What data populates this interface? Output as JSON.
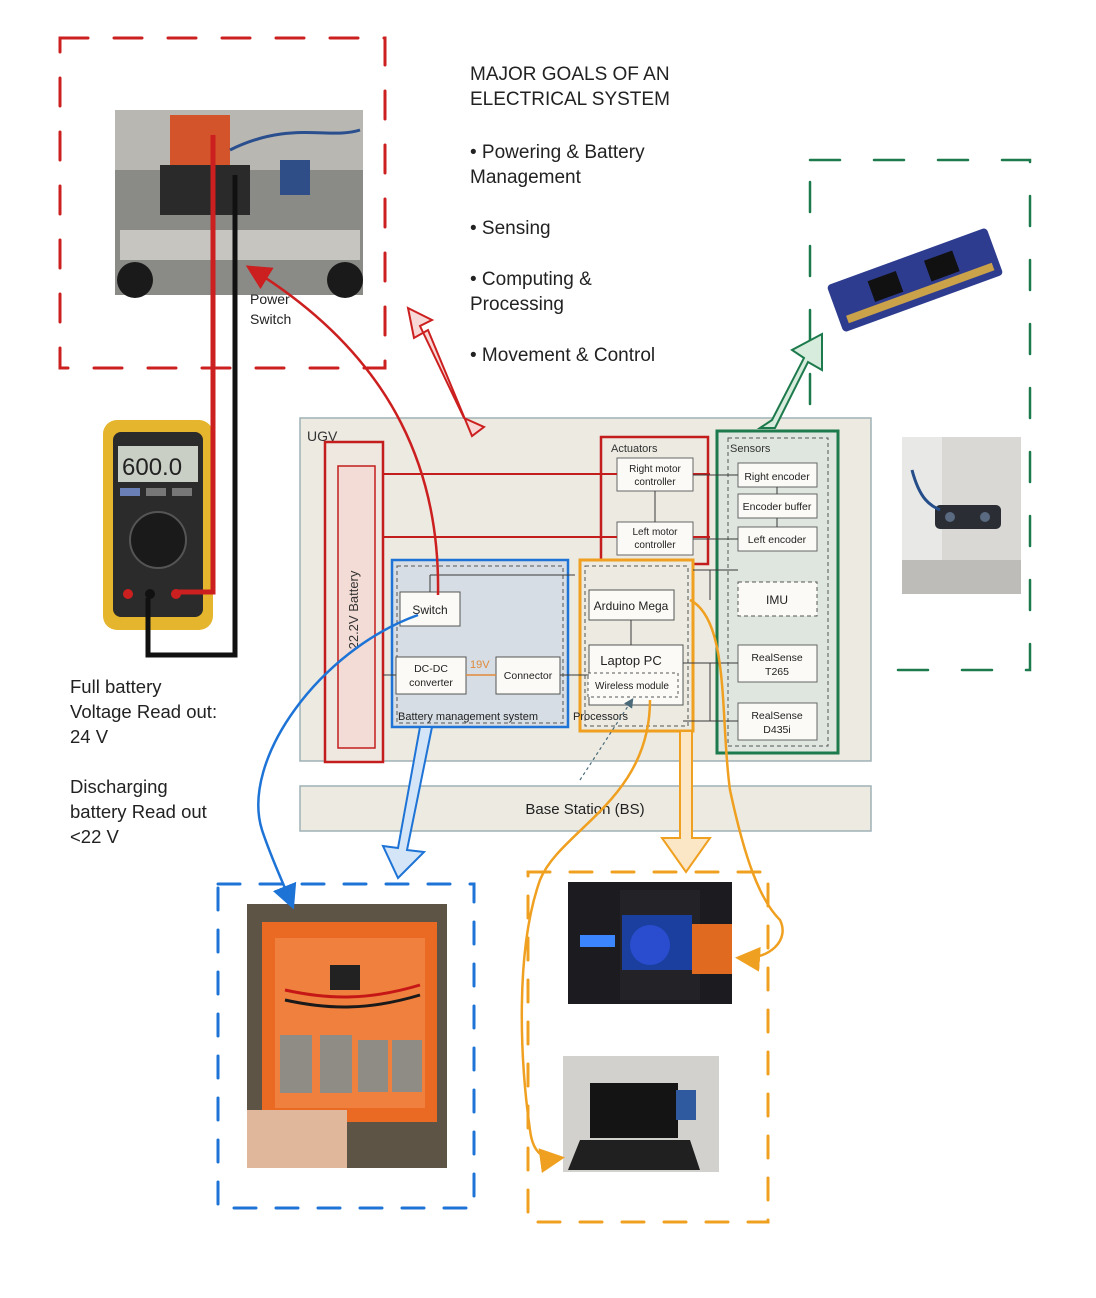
{
  "goals": {
    "title_line1": "MAJOR GOALS OF AN",
    "title_line2": "ELECTRICAL SYSTEM",
    "items": [
      [
        "• Powering & Battery",
        "Management"
      ],
      [
        "• Sensing"
      ],
      [
        "• Computing &",
        "Processing"
      ],
      [
        "• Movement & Control"
      ]
    ]
  },
  "readout": {
    "full_line1": "Full battery",
    "full_line2": "Voltage Read out:",
    "full_line3": "24 V",
    "dis_line1": "Discharging",
    "dis_line2": "battery Read out",
    "dis_line3": "<22 V"
  },
  "photo_labels": {
    "power_switch_line1": "Power",
    "power_switch_line2": "Switch",
    "multimeter_display": "600.0"
  },
  "diagram": {
    "ugv": "UGV",
    "battery": "22.2V Battery",
    "actuators": "Actuators",
    "right_motor_1": "Right motor",
    "right_motor_2": "controller",
    "left_motor_1": "Left motor",
    "left_motor_2": "controller",
    "sensors": "Sensors",
    "right_encoder": "Right encoder",
    "encoder_buffer": "Encoder buffer",
    "left_encoder": "Left encoder",
    "imu": "IMU",
    "t265_1": "RealSense",
    "t265_2": "T265",
    "d435_1": "RealSense",
    "d435_2": "D435i",
    "switch": "Switch",
    "dcdc_1": "DC-DC",
    "dcdc_2": "converter",
    "v19": "19V",
    "connector": "Connector",
    "bms": "Battery management system",
    "arduino": "Arduino Mega",
    "laptop": "Laptop PC",
    "wireless": "Wireless module",
    "processors": "Processors",
    "base_station": "Base Station (BS)"
  },
  "colors": {
    "power": "#cc1f1f",
    "bms": "#1d73d6",
    "processing": "#f0a020",
    "sensing": "#1d7a4c",
    "panel": "#eceae1"
  }
}
